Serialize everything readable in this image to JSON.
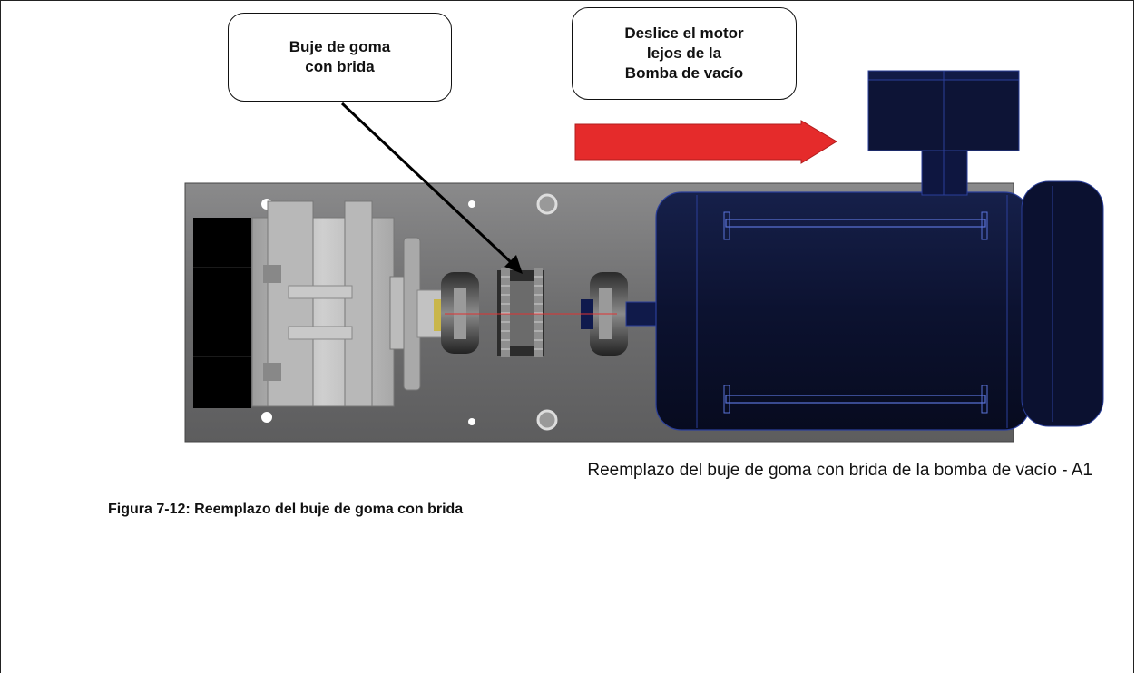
{
  "callouts": {
    "bushing": "Buje de goma\ncon brida",
    "motor": "Deslice el motor\nlejos de la\nBomba de vacío"
  },
  "image_caption": "Reemplazo del buje de goma con brida de la bomba de vacío - A1",
  "figure_label": "Figura 7-12:  Reemplazo del buje de goma con brida",
  "colors": {
    "arrow": "#e52b2b",
    "motor": "#0d1436",
    "motor_lines": "#3a56c8",
    "base_plate": "#6f6f70"
  }
}
